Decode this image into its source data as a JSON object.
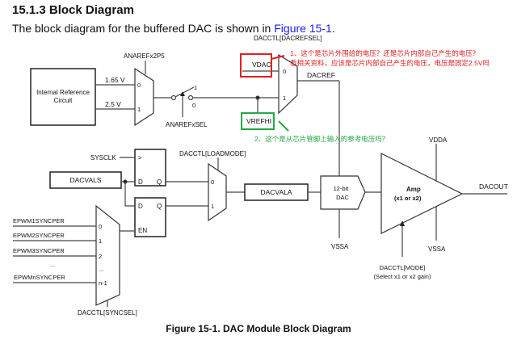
{
  "section": {
    "title": "15.1.3 Block Diagram",
    "intro_text": "The block diagram for the buffered DAC is shown in ",
    "figure_link": "Figure 15-1",
    "intro_end": "."
  },
  "diagram": {
    "internal_ref": [
      "Internal Reference",
      "Circuit"
    ],
    "v165": "1.65 V",
    "v25": "2.5 V",
    "anarefx2p5": "ANAREFx2P5",
    "anarefxsel": "ANAREFxSEL",
    "mux_in0": "0",
    "mux_in1": "1",
    "sw1": "1",
    "sw0": "0",
    "dacrefsel": "DACCTL[DACREFSEL]",
    "vdac": "VDAC",
    "vrefhi": "VREFHI",
    "dacref": "DACREF",
    "sysclk": "SYSCLK",
    "clk": ">",
    "d": "D",
    "q": "Q",
    "en": "EN",
    "dacvals": "DACVALS",
    "loadmode": "DACCTL[LOADMODE]",
    "dacvala": "DACVALA",
    "dac_line1": "12-bit",
    "dac_line2": "DAC",
    "vssa": "VSSA",
    "vdda": "VDDA",
    "amp_line1": "Amp",
    "amp_line2": "(x1 or x2)",
    "dacout": "DACOUT",
    "mode1": "DACCTL[MODE]",
    "mode2": "(Select x1 or x2 gain)",
    "sync_inputs": [
      "EPWM1SYNCPER",
      "EPWM2SYNCPER",
      "EPWM3SYNCPER",
      "...",
      "EPWMnSYNCPER"
    ],
    "sync_ports": [
      "0",
      "1",
      "2",
      "...",
      "n-1"
    ],
    "syncsel": "DACCTL[SYNCSEL]"
  },
  "annotations": {
    "red_color": "#e02020",
    "green_color": "#22aa44",
    "red_line1": "1、这个是芯片外围给的电压？还是芯片内部自己产生的电压？",
    "red_line2": "看相关资料，应该是芯片内部自己产生的电压，电压是固定2.5V吗",
    "green_line1": "2、这个是从芯片管脚上输入的参考电压吗？"
  },
  "caption": "Figure 15-1. DAC Module Block Diagram"
}
